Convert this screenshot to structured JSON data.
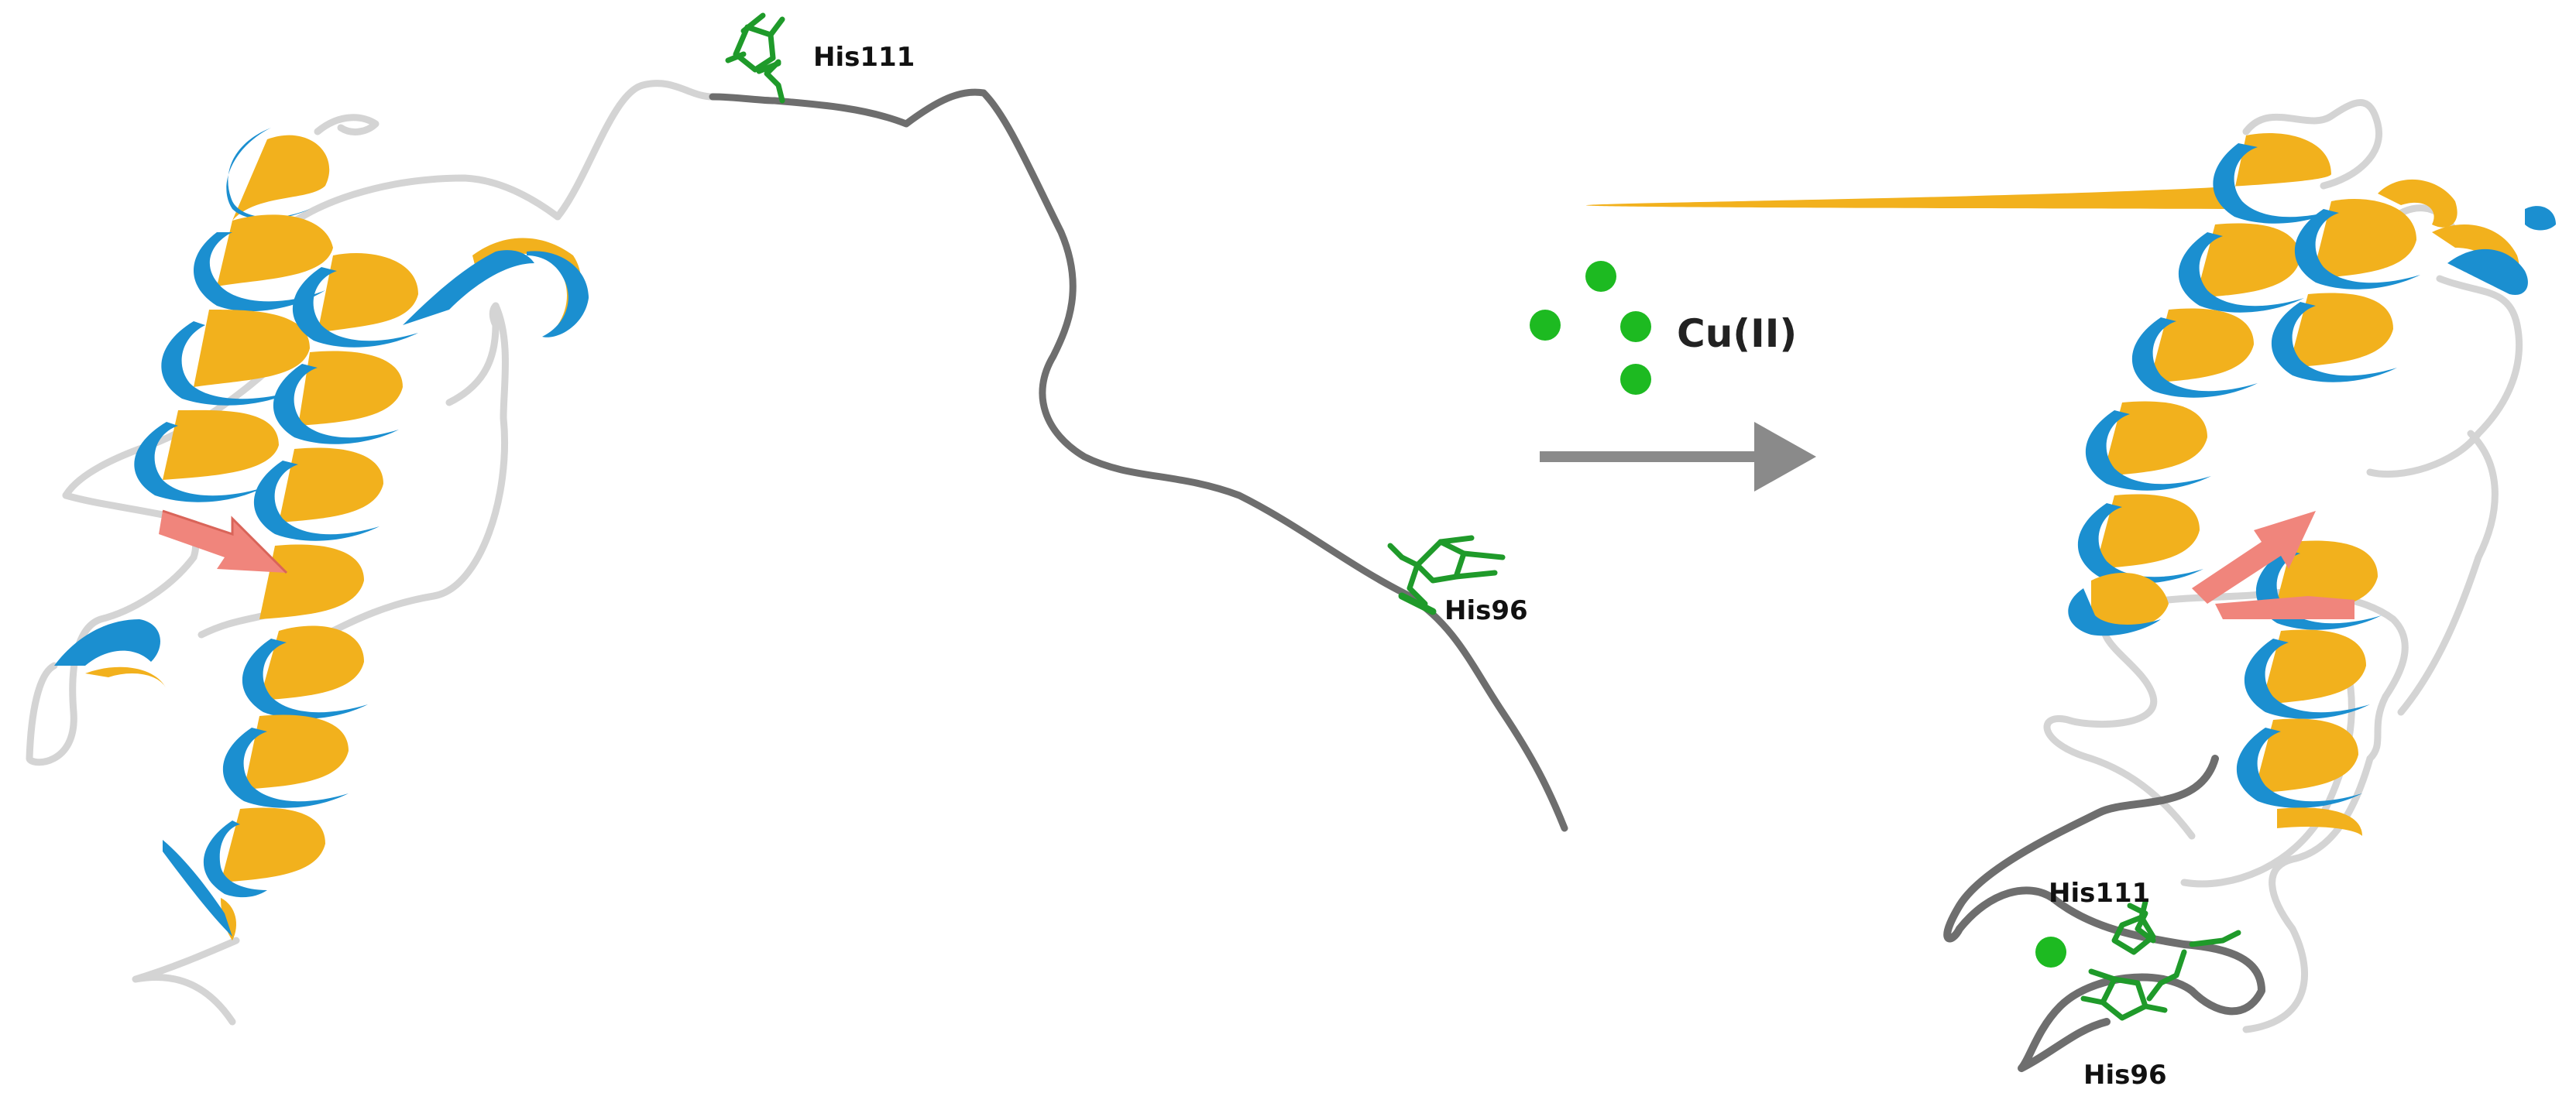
{
  "colors": {
    "helix_front": "#1b8fd0",
    "helix_back": "#f2b11d",
    "strand": "#f0857c",
    "coil_light": "#d9d9d9",
    "coil_dark": "#6e6e6e",
    "histidine": "#1f9a2a",
    "copper_ion": "#1dba21",
    "arrow": "#8a8a8a"
  },
  "left_structure": {
    "residue_labels": {
      "his111": "His111",
      "his96": "His96"
    }
  },
  "reaction": {
    "ion_label": "Cu(II)",
    "ion_count": 4,
    "arrow_icon": "right-arrow-icon"
  },
  "right_structure": {
    "residue_labels": {
      "his111": "His111",
      "his96": "His96"
    }
  }
}
